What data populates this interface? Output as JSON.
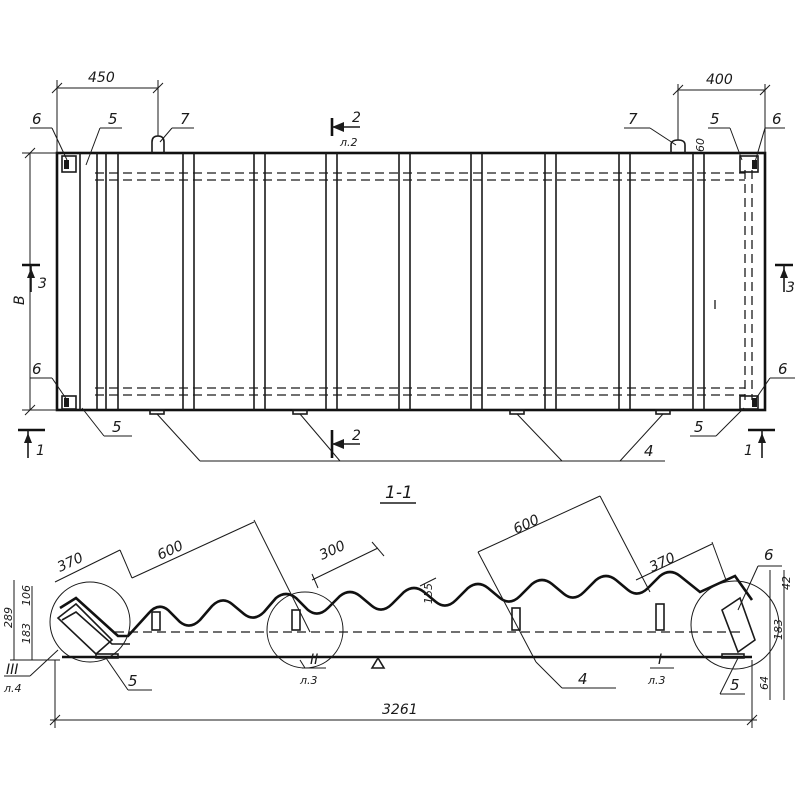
{
  "top_view": {
    "dim_left": "450",
    "dim_right": "400",
    "dim_height": "B",
    "dim_small": "60",
    "section_2_top_num": "2",
    "section_2_top_sheet": "л.2",
    "section_2_bottom_num": "2",
    "section_1_left": "1",
    "section_1_right": "1",
    "section_3_left": "3",
    "section_3_right": "3",
    "callouts": {
      "c6_top_left": "6",
      "c5_top_left": "5",
      "c7_top_left": "7",
      "c7_top_right": "7",
      "c5_top_right": "5",
      "c6_top_right": "6",
      "c6_mid_left": "6",
      "c6_mid_right": "6",
      "c5_bottom_left": "5",
      "c5_bottom_right": "5",
      "c4_bottom": "4"
    }
  },
  "section_view": {
    "title": "1-1",
    "dim_370_left": "370",
    "dim_600_left": "600",
    "dim_300": "300",
    "dim_155": "155",
    "dim_600_right": "600",
    "dim_370_right": "370",
    "dim_289": "289",
    "dim_106": "106",
    "dim_183_left": "183",
    "dim_42": "42",
    "dim_183_right": "183",
    "dim_64": "64",
    "dim_total": "3261",
    "callout_6": "6",
    "callout_5_left": "5",
    "callout_5_right": "5",
    "callout_4": "4",
    "detail_III": "III",
    "detail_III_sheet": "л.4",
    "detail_II": "II",
    "detail_II_sheet": "л.3",
    "detail_I": "I",
    "detail_I_sheet": "л.3"
  }
}
